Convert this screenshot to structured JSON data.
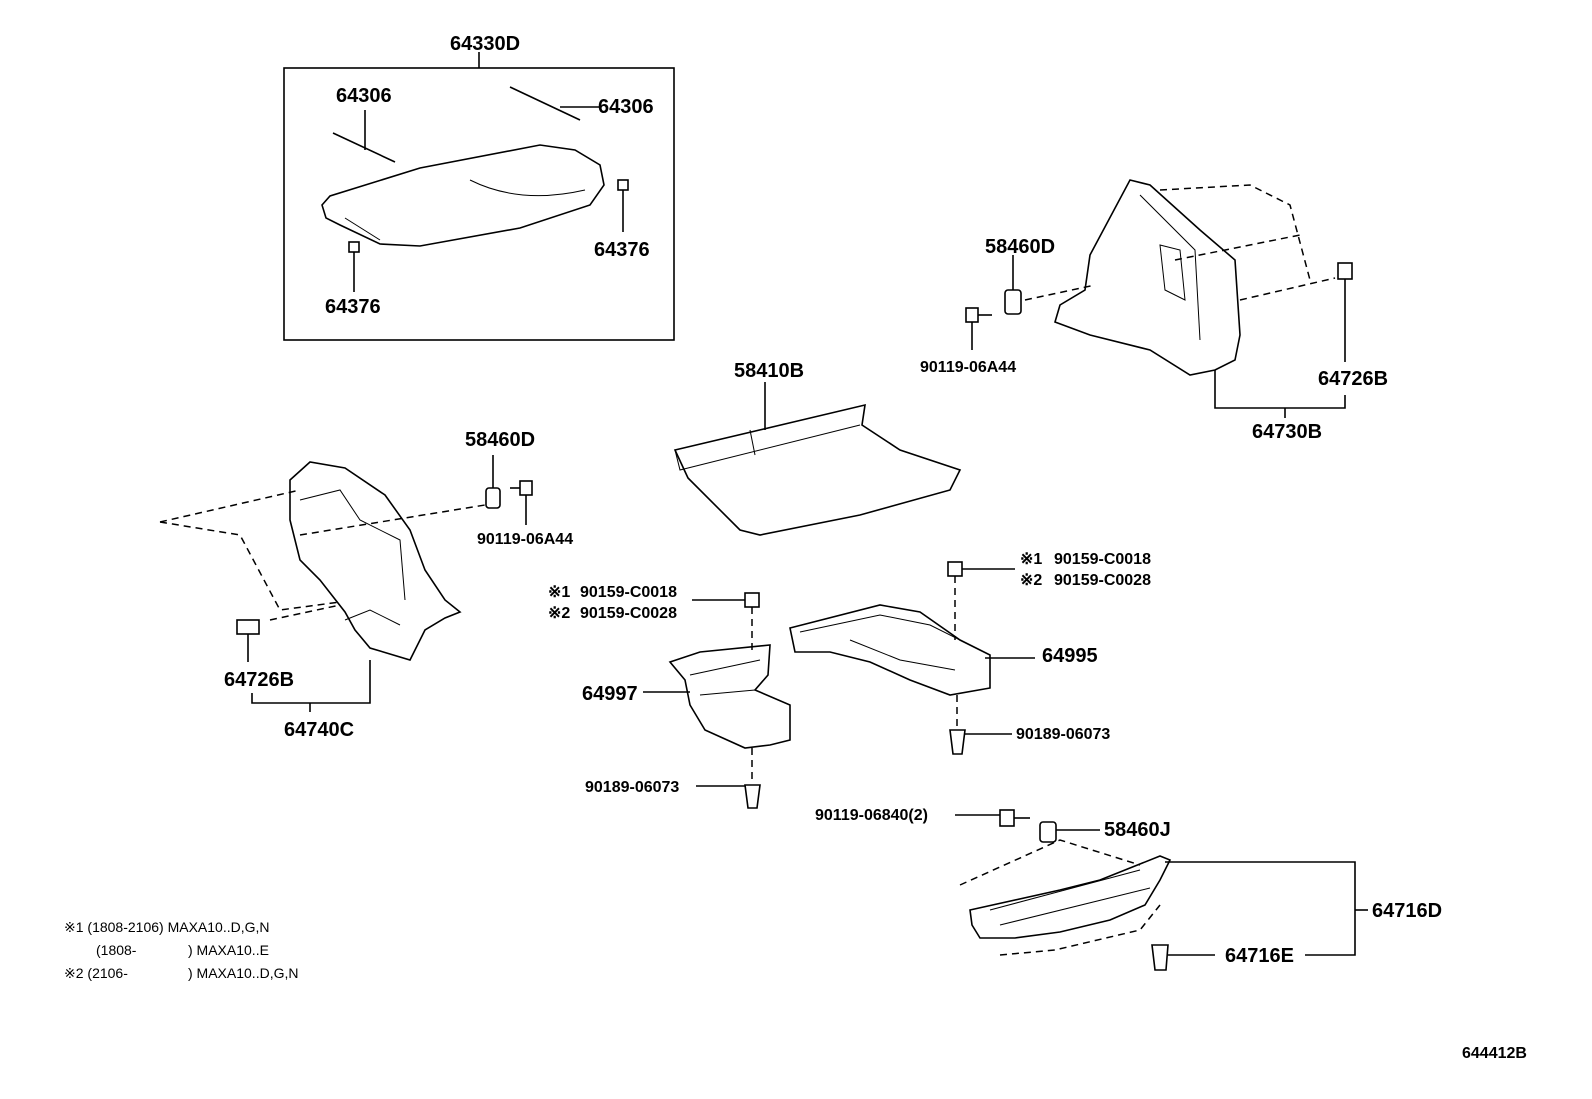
{
  "title_group": "64330D",
  "labels": {
    "p64306_a": "64306",
    "p64306_b": "64306",
    "p64376_a": "64376",
    "p64376_b": "64376",
    "p58460D_right": "58460D",
    "p90119_right": "90119-06A44",
    "p64726B_right": "64726B",
    "p64730B": "64730B",
    "p58410B": "58410B",
    "p58460D_left": "58460D",
    "p90119_left": "90119-06A44",
    "p64726B_left": "64726B",
    "p64740C": "64740C",
    "p90159_l1": "90159-C0018",
    "p90159_l2": "90159-C0028",
    "p90159_r1": "90159-C0018",
    "p90159_r2": "90159-C0028",
    "mark1": "※1",
    "mark2": "※2",
    "p64997": "64997",
    "p64995": "64995",
    "p90189_left": "90189-06073",
    "p90189_right": "90189-06073",
    "p90119_06840": "90119-06840(2)",
    "p58460J": "58460J",
    "p64716D": "64716D",
    "p64716E": "64716E"
  },
  "notes": {
    "row1": "※1 (1808-2106) MAXA10..D,G,N",
    "row2_range": "(1808-",
    "row2_code": ") MAXA10..E",
    "row3_range": "※2 (2106-",
    "row3_code": ") MAXA10..D,G,N"
  },
  "figure_code": "644412B"
}
